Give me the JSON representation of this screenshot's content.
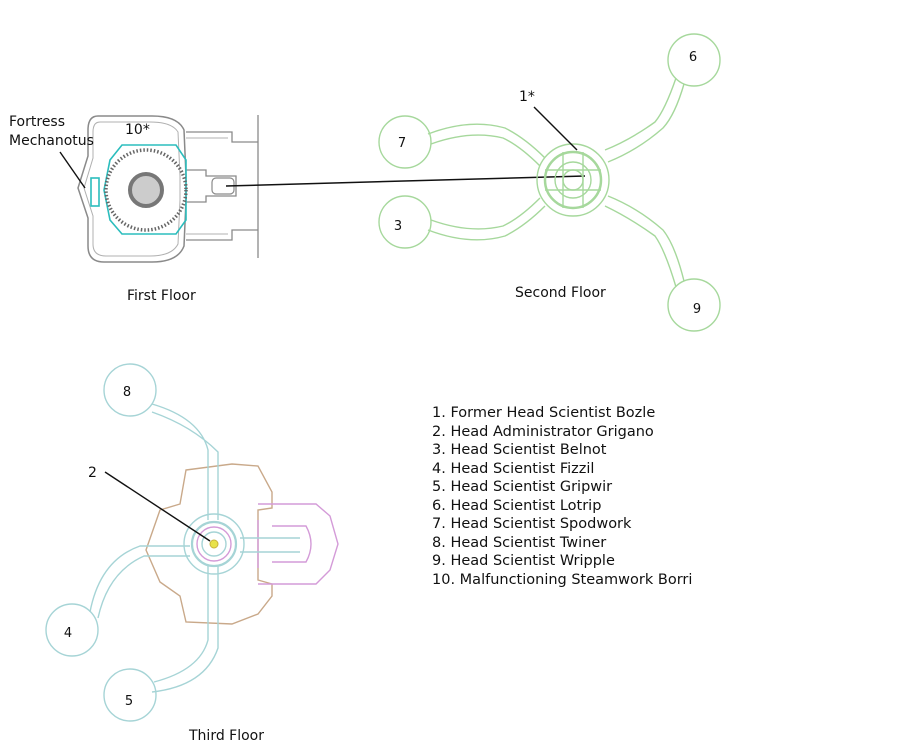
{
  "floors": {
    "first": {
      "label": "First Floor"
    },
    "second": {
      "label": "Second Floor"
    },
    "third": {
      "label": "Third Floor"
    }
  },
  "callouts": {
    "entrance": [
      "Fortress",
      "Mechanotus"
    ],
    "marker_10": "10*",
    "marker_1": "1*",
    "marker_2": "2"
  },
  "rooms": {
    "r3": "3",
    "r4": "4",
    "r5": "5",
    "r6": "6",
    "r7": "7",
    "r8": "8",
    "r9": "9"
  },
  "legend": [
    "1. Former Head Scientist Bozle",
    "2. Head Administrator Grigano",
    "3. Head Scientist Belnot",
    "4. Head Scientist Fizzil",
    "5. Head Scientist Gripwir",
    "6. Head Scientist Lotrip",
    "7. Head Scientist Spodwork",
    "8. Head Scientist Twiner",
    "9. Head Scientist Wripple",
    "10. Malfunctioning Steamwork Borri"
  ],
  "colors": {
    "first_floor": "#8a8a8a",
    "first_floor_accent": "#2bbdbd",
    "second_floor": "#a6d89c",
    "third_floor_corridors": "#a6d4d6",
    "third_floor_center": "#c9a98a",
    "third_floor_wing": "#d49bd8",
    "marker_highlight": "#e8e24a"
  }
}
